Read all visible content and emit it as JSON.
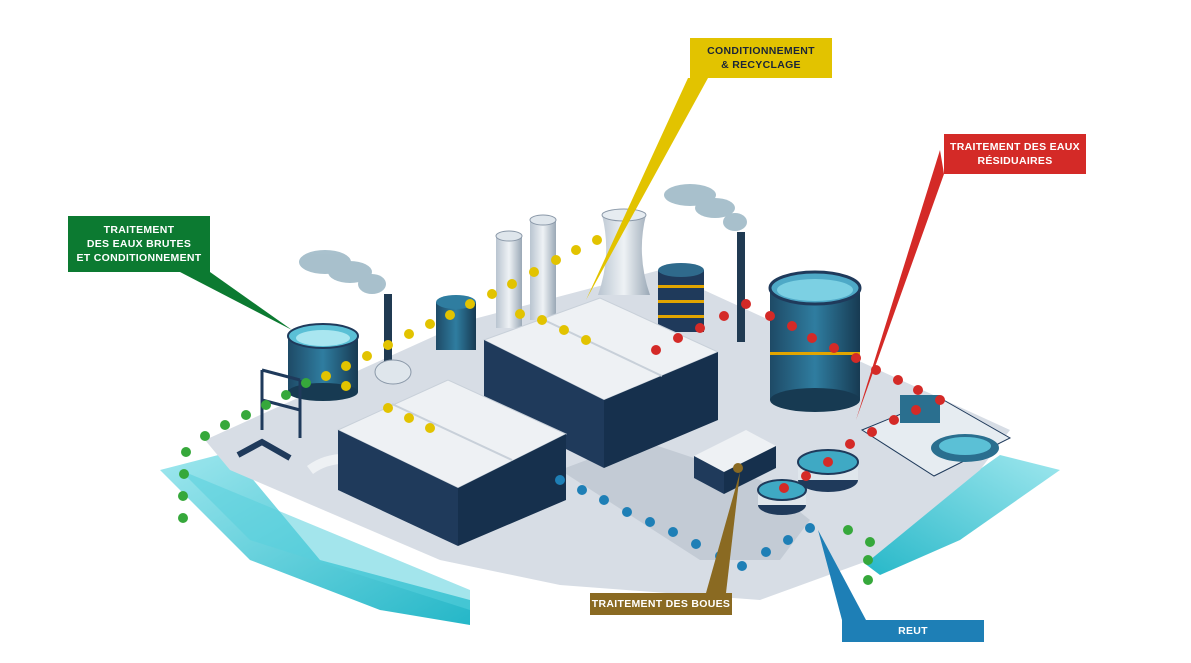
{
  "callouts": {
    "raw_water": {
      "lines": [
        "TRAITEMENT",
        "DES EAUX BRUTES",
        "ET CONDITIONNEMENT"
      ],
      "color": "#0c7a31"
    },
    "conditioning": {
      "lines": [
        "CONDITIONNEMENT",
        "& RECYCLAGE"
      ],
      "color": "#e2c300"
    },
    "wastewater": {
      "lines": [
        "TRAITEMENT DES EAUX",
        "RÉSIDUAIRES"
      ],
      "color": "#d42a27"
    },
    "sludge": {
      "lines": [
        "TRAITEMENT DES BOUES"
      ],
      "color": "#8a6a22"
    },
    "reuse": {
      "lines": [
        "REUT"
      ],
      "color": "#1e7fb6"
    }
  },
  "palette": {
    "water": "#3fc3cf",
    "building_wall": "#1f3a5b",
    "roof": "#eef1f4",
    "ground": "#d7dde5",
    "tank": "#2a6f8f",
    "stack": "#203a52",
    "smoke": "#9ab6c4"
  },
  "icons": [
    "building-icon",
    "tank-icon",
    "chimney-icon",
    "cooling-tower-icon",
    "silo-icon",
    "clarifier-icon",
    "pipe-icon",
    "flow-dot-icon"
  ]
}
